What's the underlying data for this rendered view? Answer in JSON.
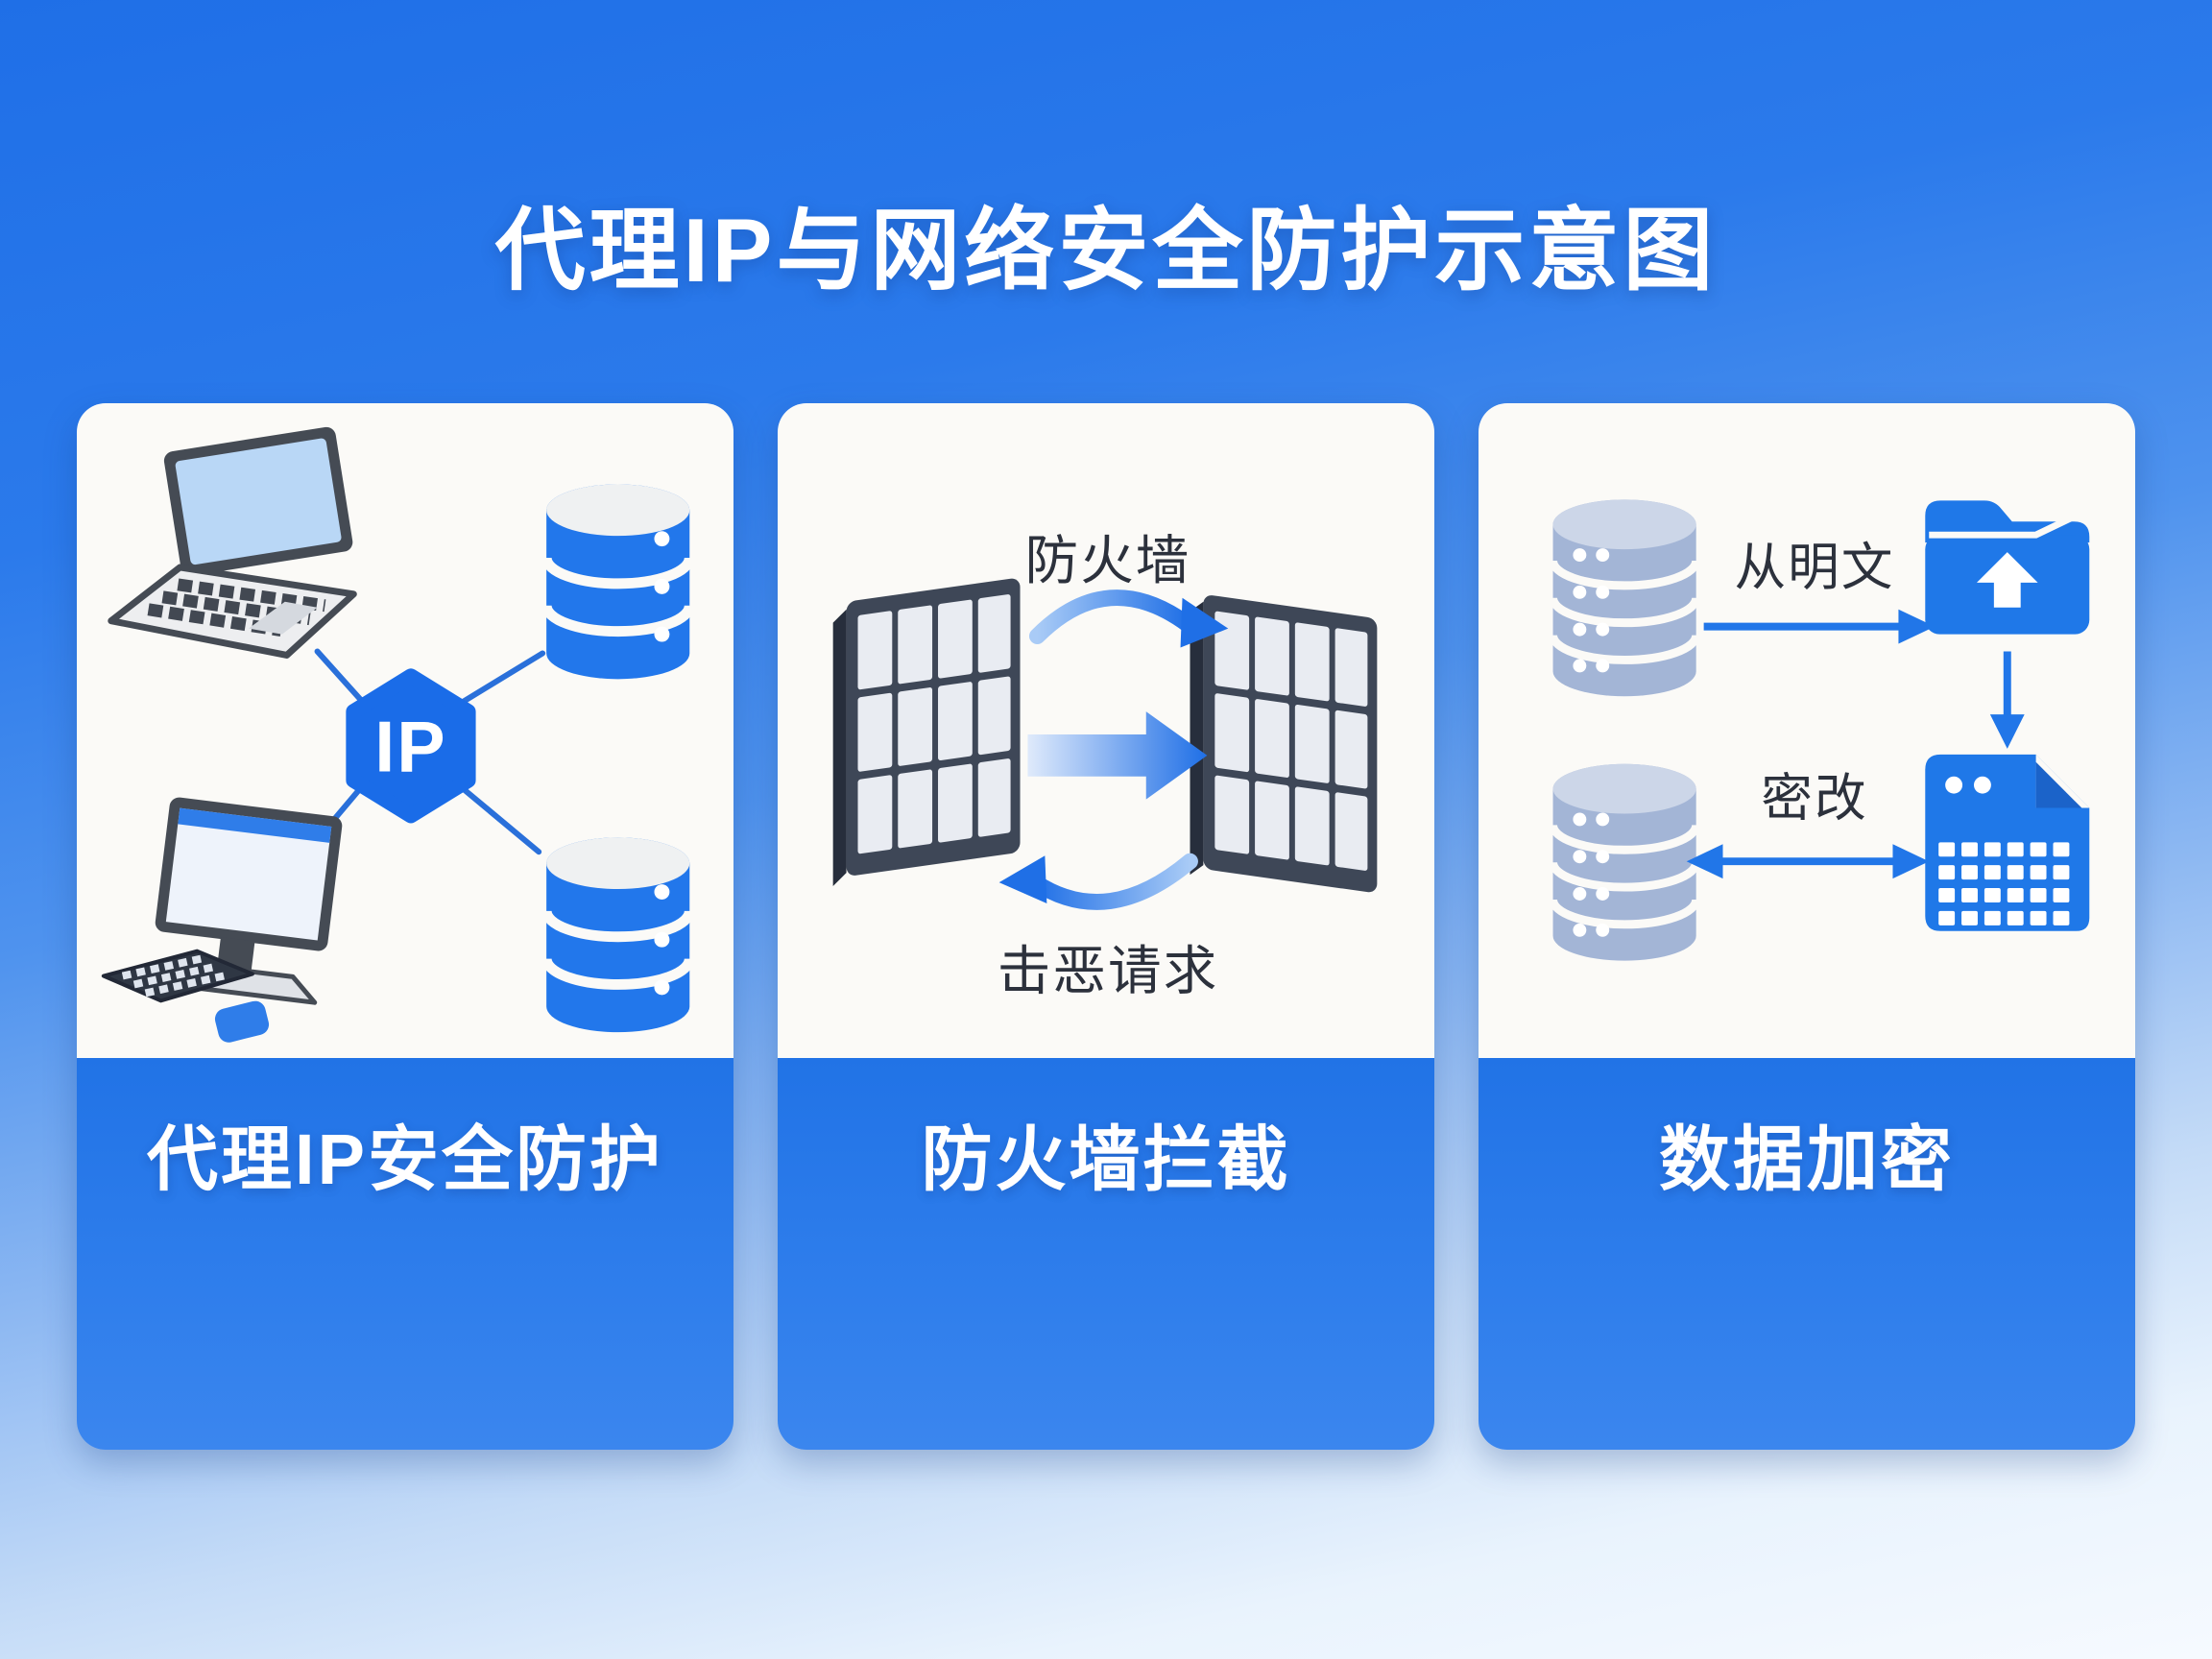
{
  "title": "代理IP与网络安全防护示意图",
  "cards": [
    {
      "id": "proxy-ip",
      "caption": "代理IP安全防护",
      "hexagon_label": "IP"
    },
    {
      "id": "firewall",
      "caption": "防火墙拦截",
      "top_label": "防火墙",
      "bottom_label": "击恶请求"
    },
    {
      "id": "data-encryption",
      "caption": "数据加密",
      "top_label": "从明文",
      "bottom_label": "密改"
    }
  ],
  "colors": {
    "background_top": "#1f6fe7",
    "background_bottom": "#f6faff",
    "card_body": "#fbfaf7",
    "caption_band": "#2374e8",
    "accent_blue": "#1f6fe6",
    "database_blue": "#2277eb",
    "database_gray": "#a3b5d6",
    "firewall_dark": "#3e4757",
    "label_dark": "#2c313c",
    "text_white": "#ffffff"
  },
  "icons": {
    "card1": [
      "laptop-icon",
      "database-icon",
      "ip-hexagon-icon",
      "desktop-computer-icon"
    ],
    "card2": [
      "firewall-panel-icon",
      "curved-arrow-icon",
      "right-arrow-icon"
    ],
    "card3": [
      "database-icon",
      "upload-folder-icon",
      "encrypted-document-icon",
      "down-arrow-icon",
      "double-arrow-icon"
    ]
  }
}
